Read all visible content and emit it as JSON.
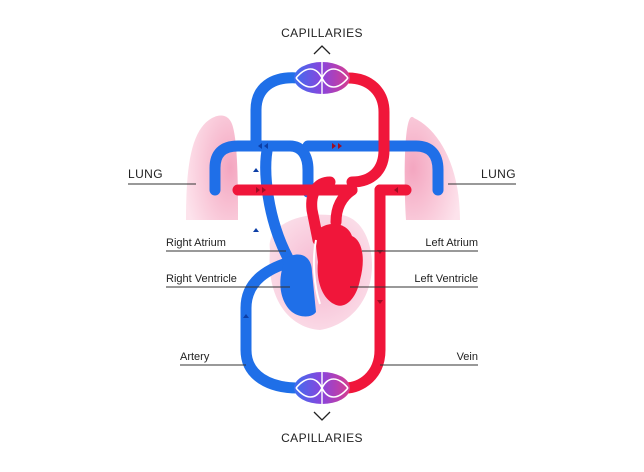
{
  "labels": {
    "capillaries_top": "CAPILLARIES",
    "capillaries_bottom": "CAPILLARIES",
    "lung_left": "LUNG",
    "lung_right": "LUNG",
    "right_atrium": "Right Atrium",
    "right_ventricle": "Right Ventricle",
    "left_atrium": "Left Atrium",
    "left_ventricle": "Left Ventricle",
    "artery": "Artery",
    "vein": "Vein"
  },
  "colors": {
    "deoxygenated_blue": "#1f6fe8",
    "oxygenated_red": "#f0163a",
    "capillary_purple": "#8e44d9",
    "lung_pink": "#f9c6d6",
    "heart_pink": "#f8cfe0",
    "leader_line": "#333333"
  }
}
